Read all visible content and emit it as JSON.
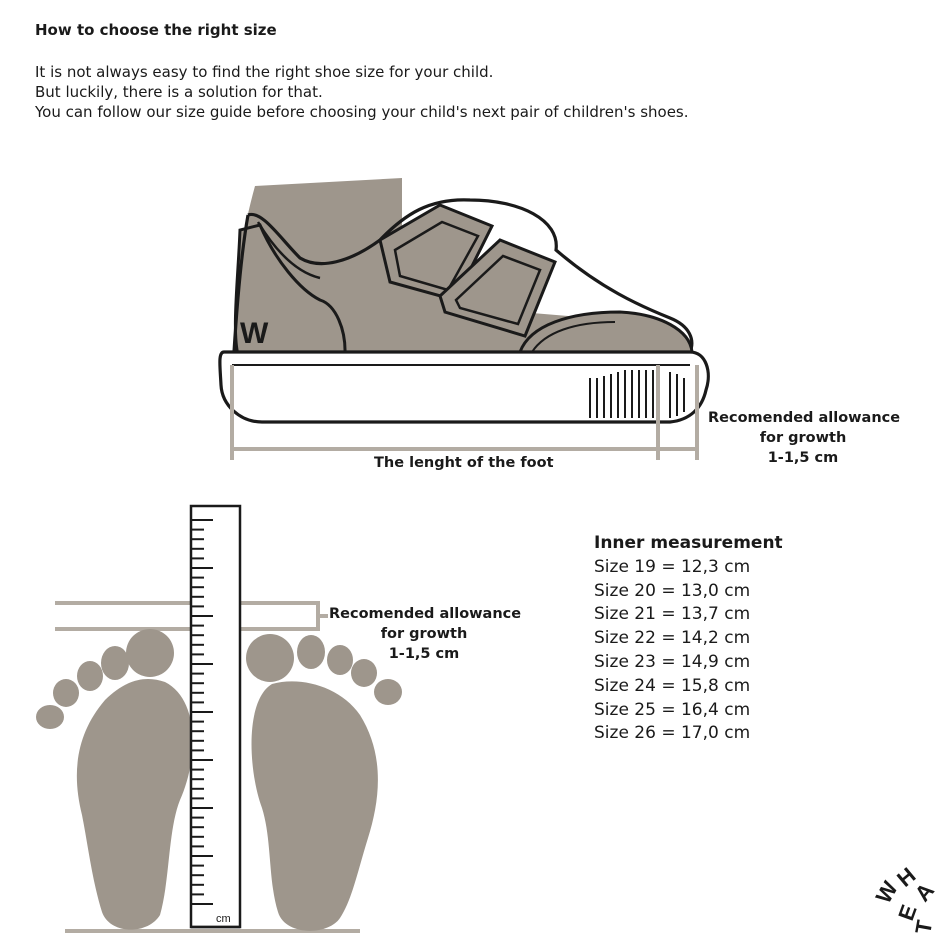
{
  "heading": "How to choose the right size",
  "intro_lines": [
    "It is not always easy to find the right shoe size for your child.",
    "But luckily, there is a solution for that.",
    "You can follow our size guide before choosing your child's next pair of children's shoes."
  ],
  "shoe": {
    "foot_length_label": "The lenght of the foot",
    "allowance_lines": [
      "Recomended allowance",
      "for growth",
      "1-1,5 cm"
    ],
    "logo_letter": "W"
  },
  "feet": {
    "allowance_lines": [
      "Recomended allowance",
      "for growth",
      "1-1,5 cm"
    ],
    "ruler_unit": "cm"
  },
  "inner_measurement": {
    "title": "Inner measurement",
    "sizes": [
      "Size 19 = 12,3 cm",
      "Size 20 = 13,0 cm",
      "Size 21 = 13,7 cm",
      "Size 22 = 14,2 cm",
      "Size 23 = 14,9 cm",
      "Size 24 = 15,8 cm",
      "Size 25 = 16,4 cm",
      "Size 26 = 17,0 cm"
    ]
  },
  "brand_mark": "WHEAT",
  "colors": {
    "fill": "#9e968c",
    "line": "#1a1a1a",
    "guide": "#b3aca3"
  }
}
